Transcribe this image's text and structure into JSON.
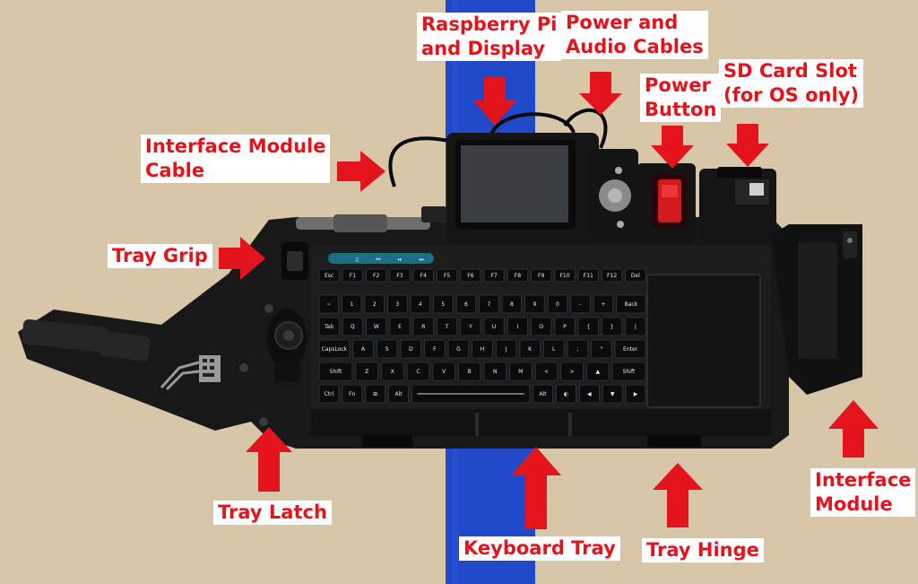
{
  "colors": {
    "background": "#d7c6a8",
    "tape": "#1f49c9",
    "device_body": "#181818",
    "arrow": "#e3141c",
    "key_backlight": "#7fd6e8",
    "power_switch": "#d11920"
  },
  "labels": {
    "raspberry_pi": [
      "Raspberry Pi",
      "and Display"
    ],
    "power_audio": [
      "Power and",
      "Audio Cables"
    ],
    "power_button": [
      "Power",
      "Button"
    ],
    "sd_card": [
      "SD Card Slot",
      "(for OS only)"
    ],
    "interface_cable": [
      "Interface Module",
      "Cable"
    ],
    "tray_grip": [
      "Tray Grip"
    ],
    "tray_latch": [
      "Tray Latch"
    ],
    "keyboard_tray": [
      "Keyboard Tray"
    ],
    "tray_hinge": [
      "Tray Hinge"
    ],
    "interface_module": [
      "Interface",
      "Module"
    ]
  },
  "keyboard": {
    "rows": [
      [
        "Esc",
        "F1",
        "F2",
        "F3",
        "F4",
        "F5",
        "F6",
        "F7",
        "F8",
        "F9",
        "F10",
        "F11",
        "F12",
        "Del"
      ],
      [
        "~",
        "1",
        "2",
        "3",
        "4",
        "5",
        "6",
        "7",
        "8",
        "9",
        "0",
        "-",
        "+",
        "Back"
      ],
      [
        "Tab",
        "Q",
        "W",
        "E",
        "R",
        "T",
        "Y",
        "U",
        "I",
        "O",
        "P",
        "{",
        "}",
        "|"
      ],
      [
        "CapsLock",
        "A",
        "S",
        "D",
        "F",
        "G",
        "H",
        "J",
        "K",
        "L",
        ";",
        "\"",
        "Enter"
      ],
      [
        "Shift",
        "Z",
        "X",
        "C",
        "V",
        "B",
        "N",
        "M",
        "<",
        ">",
        "▲",
        "Shift"
      ],
      [
        "Ctrl",
        "Fn",
        "⊞",
        "Alt",
        "",
        "Alt",
        "◐",
        "◀",
        "▼",
        "▶"
      ]
    ],
    "media_keys": [
      "♫",
      "⏮",
      "⏯",
      "⏭"
    ]
  }
}
